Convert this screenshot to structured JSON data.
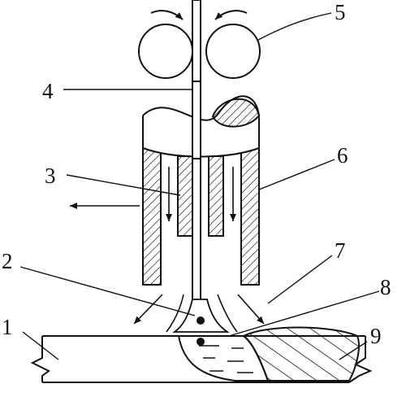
{
  "labels": {
    "base_metal": "1",
    "arc": "2",
    "contact_tube": "3",
    "wire": "4",
    "feed_rollers": "5",
    "gas_nozzle": "6",
    "shielding_gas": "7",
    "weld_pool": "8",
    "weld_bead": "9"
  },
  "colors": {
    "ink": "#111111",
    "background": "#ffffff"
  }
}
